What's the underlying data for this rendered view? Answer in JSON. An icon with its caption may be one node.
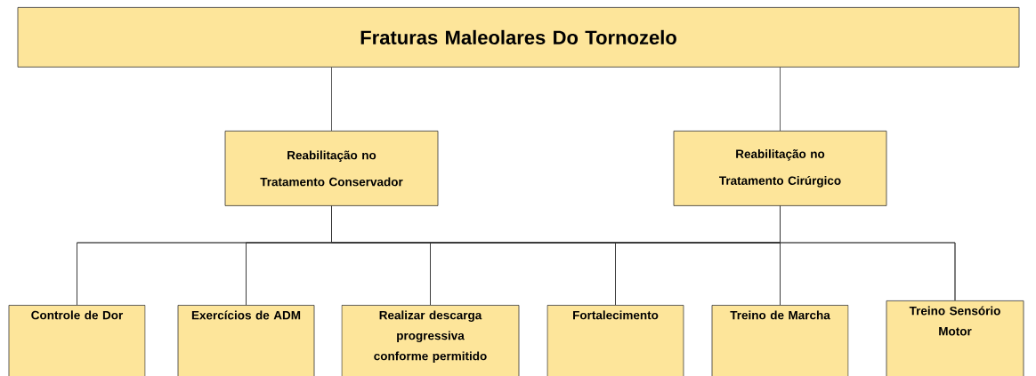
{
  "diagram": {
    "nodes": [
      {
        "text": [
          "Fraturas Maleolares Do Tornozelo"
        ]
      },
      {
        "text": [
          "Reabilitação no Tratamento Conservador"
        ]
      },
      {
        "text": [
          "Reabilitação no Tratamento Cirúrgico"
        ]
      },
      {
        "text": [
          "Controle de Dor"
        ]
      },
      {
        "text": [
          "Exercícios de ADM"
        ]
      },
      {
        "text": [
          "Realizar descarga progressiva conforme permitido"
        ]
      },
      {
        "text": [
          "Fortalecimento"
        ]
      },
      {
        "text": [
          "Treino de Marcha"
        ]
      },
      {
        "text": [
          "Treino Sensório Motor"
        ]
      }
    ],
    "edges": [
      {
        "from": 0,
        "to": 1,
        "arrow": "none"
      },
      {
        "from": 0,
        "to": 2,
        "arrow": "none"
      },
      {
        "from": 1,
        "to": 3,
        "arrow": "none"
      },
      {
        "from": 1,
        "to": 4,
        "arrow": "none"
      },
      {
        "from": 1,
        "to": 5,
        "arrow": "none"
      },
      {
        "from": 1,
        "to": 6,
        "arrow": "none"
      },
      {
        "from": 1,
        "to": 7,
        "arrow": "none"
      },
      {
        "from": 1,
        "to": 8,
        "arrow": "none"
      },
      {
        "from": 2,
        "to": 3,
        "arrow": "none"
      },
      {
        "from": 2,
        "to": 4,
        "arrow": "none"
      },
      {
        "from": 2,
        "to": 5,
        "arrow": "none"
      },
      {
        "from": 2,
        "to": 6,
        "arrow": "none"
      },
      {
        "from": 2,
        "to": 7,
        "arrow": "none"
      },
      {
        "from": 2,
        "to": 8,
        "arrow": "none"
      }
    ]
  }
}
